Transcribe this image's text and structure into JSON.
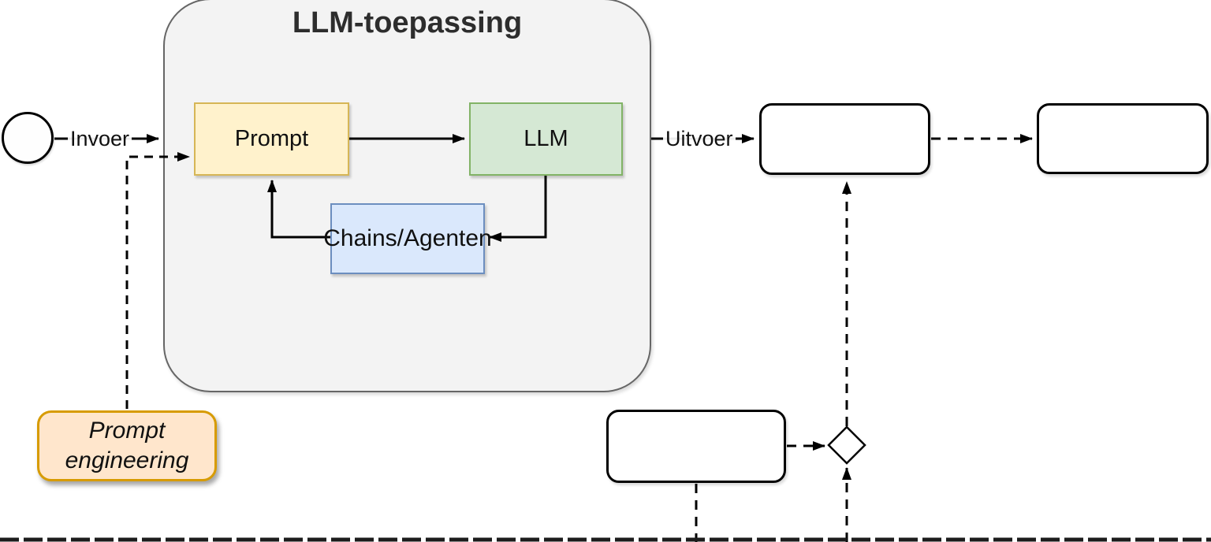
{
  "diagram": {
    "container": {
      "title": "LLM-toepassing",
      "fill": "#f3f3f3",
      "border": "#666666"
    },
    "nodes": {
      "start_circle": {
        "type": "start-event",
        "fill": "#ffffff",
        "border": "#000000"
      },
      "prompt": {
        "label": "Prompt",
        "fill": "#fff2cc",
        "border": "#d6b656"
      },
      "llm": {
        "label": "LLM",
        "fill": "#d5e8d4",
        "border": "#82b366"
      },
      "chains": {
        "label": "Chains/Agenten",
        "fill": "#dae8fc",
        "border": "#6c8ebf"
      },
      "prompt_engineering": {
        "label": "Prompt\nengineering",
        "fill": "#ffe6cc",
        "border": "#d79b00"
      },
      "output_box": {
        "type": "rounded-rectangle-empty",
        "fill": "#ffffff",
        "border": "#000000"
      },
      "followup_box": {
        "type": "rounded-rectangle-empty",
        "fill": "#ffffff",
        "border": "#000000"
      },
      "feedback_box": {
        "type": "rounded-rectangle-empty",
        "fill": "#ffffff",
        "border": "#000000"
      },
      "decision_diamond": {
        "type": "decision",
        "fill": "#ffffff",
        "border": "#000000"
      }
    },
    "edge_labels": {
      "input": "Invoer",
      "output": "Uitvoer"
    },
    "edge_color": "#000000"
  }
}
